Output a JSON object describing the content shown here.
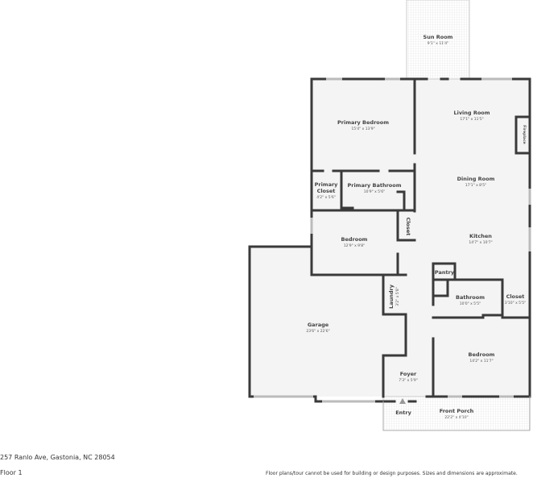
{
  "address": "257 Ranlo Ave, Gastonia, NC 28054",
  "floor": "Floor 1",
  "disclaimer": "Floor plans/tour cannot be used for building or design purposes. Sizes and dimensions are approximate.",
  "rooms": {
    "sun_room": {
      "name": "Sun Room",
      "dim": "9'1\" x 11'4\""
    },
    "primary_bedroom": {
      "name": "Primary Bedroom",
      "dim": "15'4\" x 13'9\""
    },
    "living_room": {
      "name": "Living Room",
      "dim": "17'1\" x 11'5\""
    },
    "fireplace": {
      "name": "Fireplace"
    },
    "dining_room": {
      "name": "Dining Room",
      "dim": "17'1\" x 8'5\""
    },
    "primary_closet": {
      "name1": "Primary",
      "name2": "Closet",
      "dim": "4'2\" x 5'6\""
    },
    "primary_bathroom": {
      "name": "Primary Bathroom",
      "dim": "10'9\" x 5'6\""
    },
    "closet_1": {
      "name": "Closet"
    },
    "bedroom_1": {
      "name": "Bedroom",
      "dim": "12'9\" x 9'8\""
    },
    "kitchen": {
      "name": "Kitchen",
      "dim": "14'7\" x 10'7\""
    },
    "pantry": {
      "name": "Pantry"
    },
    "laundry": {
      "name": "Laundry",
      "dim": "3'2\" x 5'8\""
    },
    "bathroom": {
      "name": "Bathroom",
      "dim": "10'0\" x 5'5\""
    },
    "closet_2": {
      "name": "Closet",
      "dim": "3'10\" x 5'5\""
    },
    "garage": {
      "name": "Garage",
      "dim": "23'6\" x 22'6\""
    },
    "bedroom_2": {
      "name": "Bedroom",
      "dim": "14'2\" x 11'7\""
    },
    "foyer": {
      "name": "Foyer",
      "dim": "7'3\" x 5'9\""
    },
    "entry": {
      "name": "Entry"
    },
    "front_porch": {
      "name": "Front Porch",
      "dim": "22'2\" x 4'10\""
    }
  }
}
